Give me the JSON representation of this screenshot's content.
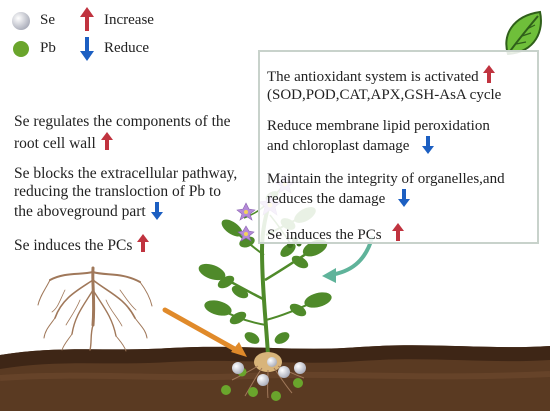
{
  "legend": {
    "se_label": "Se",
    "pb_label": "Pb",
    "increase_label": "Increase",
    "reduce_label": "Reduce",
    "se_color": "#c9cbd6",
    "pb_color": "#6aa52c",
    "increase_color": "#c0333f",
    "reduce_color": "#1c5fc2"
  },
  "root_effects": [
    {
      "lines": [
        "Se  regulates the components of the",
        "root cell wall"
      ],
      "effect": "increase"
    },
    {
      "lines": [
        "Se blocks the extracellular pathway,",
        "reducing the transloction of Pb to",
        "the aboveground part"
      ],
      "effect": "reduce"
    },
    {
      "lines": [
        "Se induces the PCs"
      ],
      "effect": "increase"
    }
  ],
  "leaf_effects": [
    {
      "lines": [
        "The antioxidant system is activated",
        "(SOD,POD,CAT,APX,GSH-AsA cycle"
      ],
      "effect": "increase"
    },
    {
      "lines": [
        "Reduce membrane lipid peroxidation",
        "and chloroplast damage"
      ],
      "effect": "reduce"
    },
    {
      "lines": [
        "Maintain the integrity of organelles,and",
        "reduces the damage"
      ],
      "effect": "reduce"
    },
    {
      "lines": [
        "Se induces the PCs"
      ],
      "effect": "increase"
    }
  ],
  "scene": {
    "soil_color": "#5a3a22",
    "soil_top_color": "#3e2616",
    "plant_color": "#4f8a2a",
    "flower_color": "#b48ad8",
    "root_color": "#a0785a",
    "leaf_icon_color": "#6fbf3a",
    "pointer_color": "#e08a2a"
  }
}
